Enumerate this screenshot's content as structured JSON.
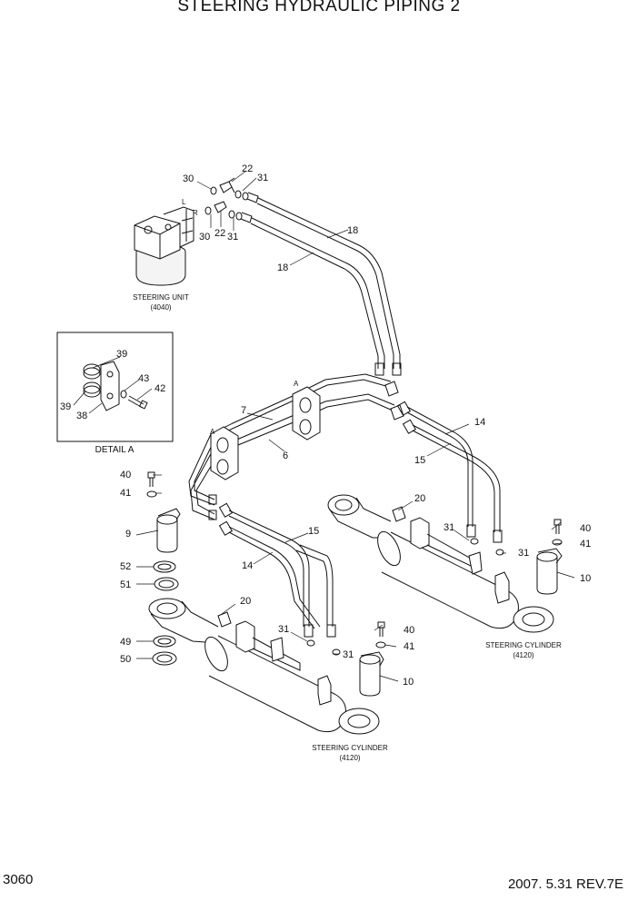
{
  "title": "STEERING HYDRAULIC PIPING 2",
  "page_number": "3060",
  "revision": "2007. 5.31  REV.7E",
  "captions": {
    "steering_unit": "STEERING UNIT",
    "steering_unit_ref": "(4040)",
    "detail_a": "DETAIL A",
    "cyl_right": "STEERING CYLINDER",
    "cyl_right_ref": "(4120)",
    "cyl_left": "STEERING CYLINDER",
    "cyl_left_ref": "(4120)"
  },
  "port_letters": {
    "l": "L",
    "r": "R"
  },
  "callouts": {
    "c30a": "30",
    "c22a": "22",
    "c31a": "31",
    "c30b": "30",
    "c22b": "22",
    "c31b": "31",
    "c18a": "18",
    "c18b": "18",
    "c39a": "39",
    "c39b": "39",
    "c38": "38",
    "c43": "43",
    "c42": "42",
    "cA1": "A",
    "cA2": "A",
    "c7": "7",
    "c6": "6",
    "c14a": "14",
    "c15a": "15",
    "c15b": "15",
    "c14b": "14",
    "c20a": "20",
    "c31c": "31",
    "c31d": "31",
    "c40a": "40",
    "c41a": "41",
    "c10a": "10",
    "c40b": "40",
    "c41b": "41",
    "c9": "9",
    "c52": "52",
    "c51": "51",
    "c49": "49",
    "c50": "50",
    "c20b": "20",
    "c31e": "31",
    "c31f": "31",
    "c40c": "40",
    "c41c": "41",
    "c10b": "10"
  }
}
